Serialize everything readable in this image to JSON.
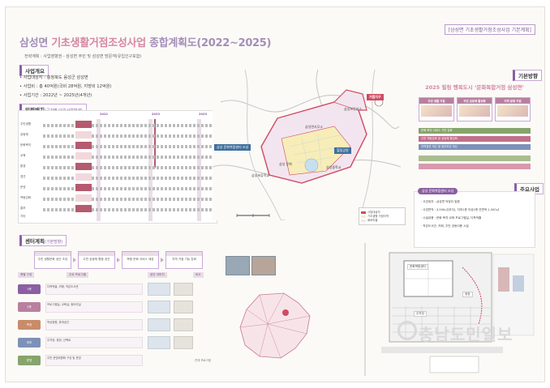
{
  "doc_tag": "[삼성면 기초생활거점조성사업 기본계획]",
  "title": {
    "part1": "삼성면 ",
    "part2": "기초생활거점조성사업",
    "part3": " 종합계획도(2022~2025)"
  },
  "overview_line": "전략계획 : 사업영향권 - 삼성면 주민 및 삼성면 방문객(유입인구포함)",
  "sections": {
    "overview": "사업개요",
    "placement": "인력배치",
    "placement_sub": "(공간별 단위사업연계)",
    "center": "센터계획",
    "center_sub": "(기본방향)",
    "direction": "기본방향",
    "key": "주요사업"
  },
  "overview": {
    "loc": "• 사업대상지 : 충청북도 음성군 삼성면",
    "cost": "• 사업비 : 총 40억원(국비 28억원, 지방비 12억원)",
    "period": "• 사업기간 : 2022년 ~ 2025년(4개년)"
  },
  "map": {
    "label_dist": "거점지구",
    "label_center": "삼성 문화복합센터 조성",
    "label_green": "힐링공원",
    "label_a": "삼성 문화",
    "label_b": "삼성면사무소",
    "label_c": "삼성초등학교",
    "label_d": "삼성보건지소",
    "label_e": "삼성중학교"
  },
  "map_legend": {
    "a": "사업대상지",
    "b": "기초생활 거점지역",
    "c": "배후마을"
  },
  "direction": {
    "title": "2025 힐링 행복도시 ‘문화복합거점 삼성면’",
    "cards": [
      {
        "h": "주민 생활 거점",
        "c": ""
      },
      {
        "h": "주민 공동체 활성화",
        "c": ""
      },
      {
        "h": "지역 문화 거점",
        "c": ""
      }
    ],
    "strategies": [
      "문화·복지 서비스 기반 강화",
      "주민 역량강화 및 공동체 활성화",
      "지역경관 개선 및 정주여건 개선"
    ]
  },
  "key": {
    "pill": "삼성 문화복합센터 조성",
    "l1": "· 사업위치 : 삼성면 덕정리 일원",
    "l2": "· 사업면적 : 3,500㎡(부지), 지하1층 지상2층 연면적 1,500㎡",
    "l3": "· 시설내용 : 문화·복지·교육 프로그램실, 다목적홀",
    "l4": "· 작은도서관, 카페, 주민 공동이용 시설"
  },
  "center_cards": [
    "주민 생활문화 공간 조성",
    "주민 공동체 활동 공간",
    "복합 문화 서비스 제공",
    "지역 거점 기능 강화"
  ],
  "center_heads": [
    "층별 구성",
    "주요 프로그램",
    "공간 이미지",
    "비고"
  ],
  "center_rows": [
    {
      "tag": "1층",
      "txt": "다목적홀, 카페, 작은도서관",
      "note": ""
    },
    {
      "tag": "2층",
      "txt": "프로그램실, 교육실, 동아리실",
      "note": ""
    },
    {
      "tag": "옥상",
      "txt": "옥상정원, 휴게공간",
      "note": ""
    },
    {
      "tag": "외부",
      "txt": "주차장, 광장, 산책로",
      "note": ""
    },
    {
      "tag": "운영",
      "txt": "주민 운영위원회 구성 및 운영",
      "note": "연계 프로그램"
    }
  ],
  "sched": {
    "col1": "2022",
    "col2": "2023",
    "col3": "2025",
    "rows": [
      "주민생활",
      "공동체",
      "문화복지",
      "교육",
      "환경",
      "경관",
      "운영",
      "역량강화",
      "홍보",
      "기타"
    ]
  },
  "site_labels": {
    "a": "문화복합센터",
    "b": "주차장",
    "c": "광장"
  },
  "watermark": "충남도민일보",
  "colors": {
    "accent": "#8a5fa3",
    "title_pink": "#d487a3",
    "map_red": "#d04b62",
    "map_blue": "#3f6f9e"
  }
}
